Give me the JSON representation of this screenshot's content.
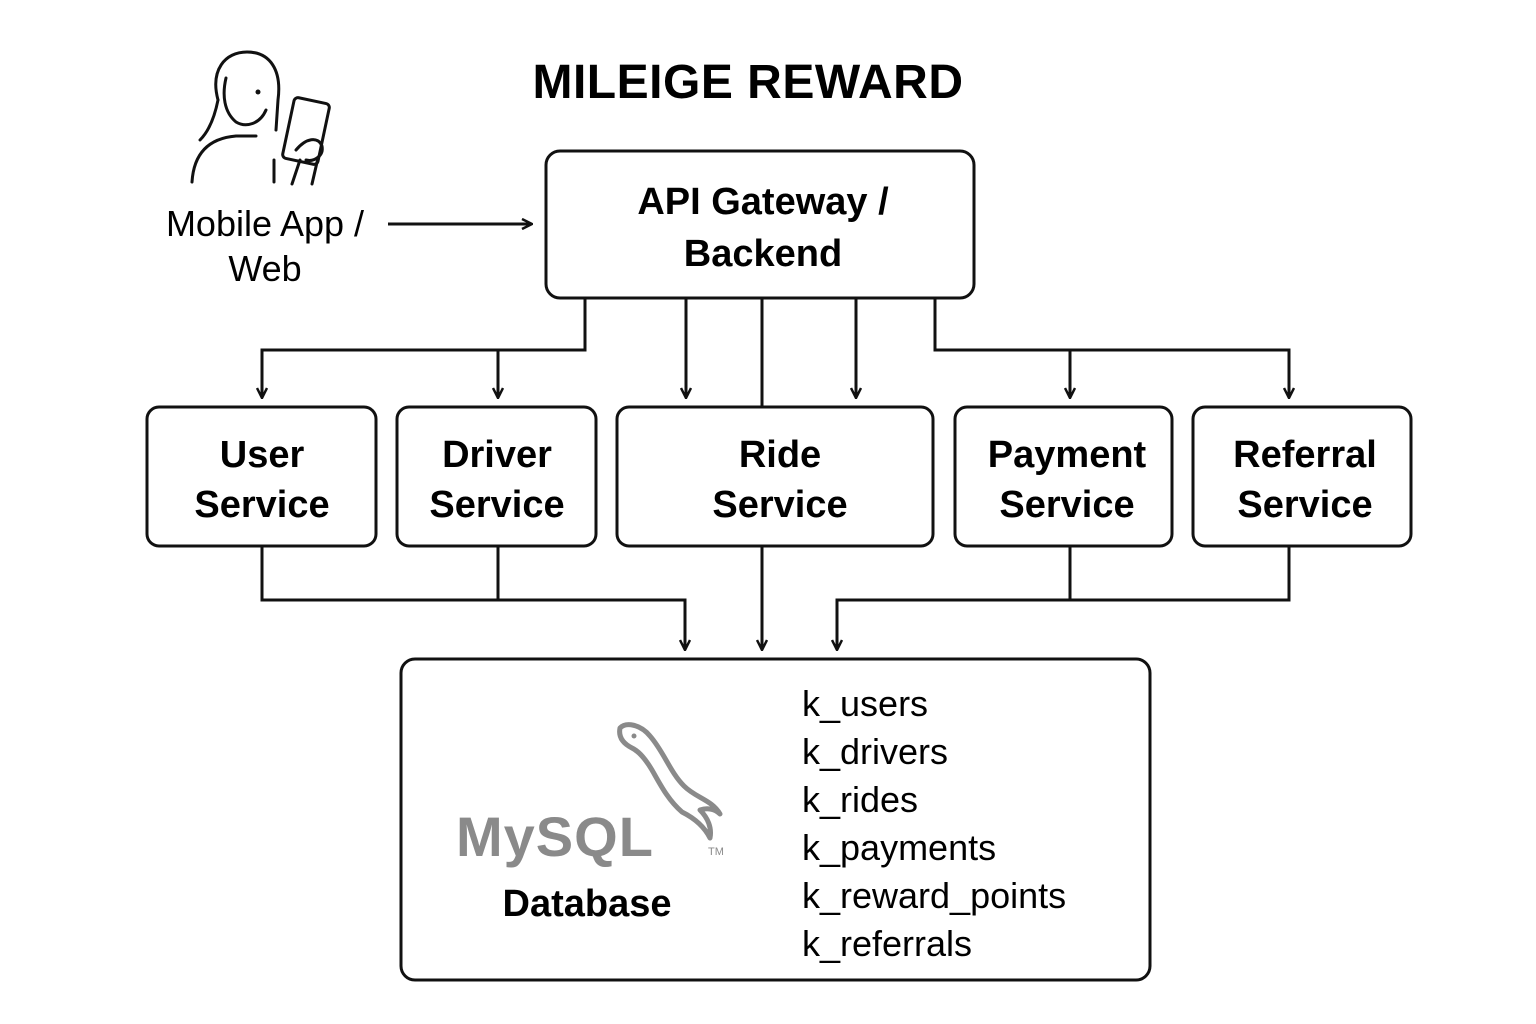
{
  "title": "MILEIGE REWARD",
  "client": {
    "line1": "Mobile App /",
    "line2": "Web",
    "icon": "person-with-phone-icon"
  },
  "gateway": {
    "line1": "API Gateway /",
    "line2": "Backend"
  },
  "services": [
    {
      "line1": "User",
      "line2": "Service"
    },
    {
      "line1": "Driver",
      "line2": "Service"
    },
    {
      "line1": "Ride",
      "line2": "Service"
    },
    {
      "line1": "Payment",
      "line2": "Service"
    },
    {
      "line1": "Referral",
      "line2": "Service"
    }
  ],
  "database": {
    "logo_text": "MySQL",
    "logo_mark": "TM",
    "label": "Database",
    "tables": [
      "k_users",
      "k_drivers",
      "k_rides",
      "k_payments",
      "k_reward_points",
      "k_referrals"
    ]
  },
  "colors": {
    "line": "#111111",
    "logo": "#8a8a8a",
    "background": "#ffffff"
  }
}
